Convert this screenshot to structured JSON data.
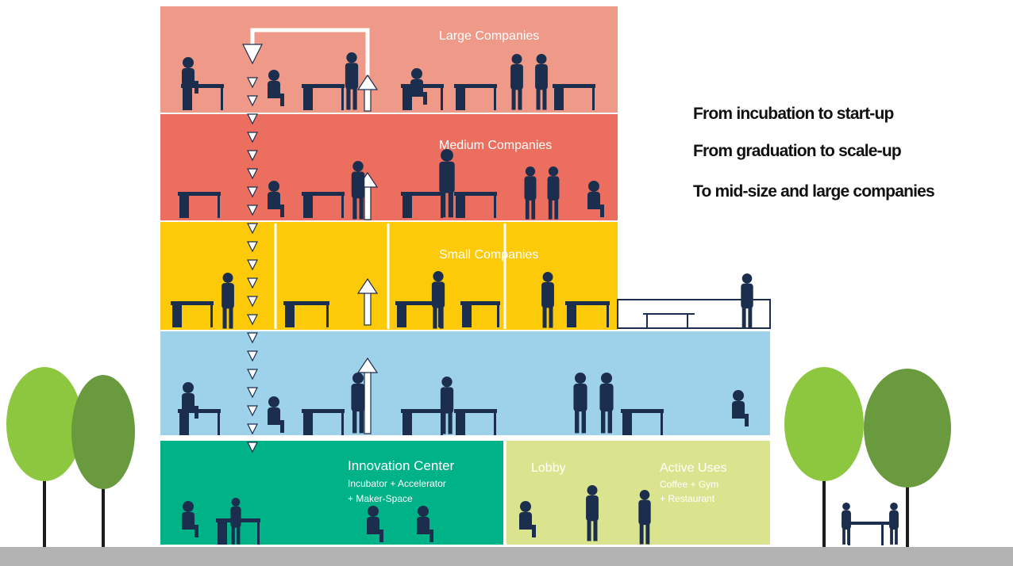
{
  "floors": {
    "large": {
      "label": "Large Companies",
      "color": "#ef9a88"
    },
    "medium": {
      "label": "Medium Companies",
      "color": "#ec6e5e"
    },
    "small": {
      "label": "Small Companies",
      "color": "#fcca08"
    },
    "common": {
      "label": "",
      "color": "#9ed1ea"
    },
    "innovation": {
      "label": "Innovation Center",
      "sub1": "Incubator + Accelerator",
      "sub2": "+ Maker-Space",
      "color": "#00b287"
    },
    "lobby": {
      "label": "Lobby",
      "color": "#dae48f"
    },
    "active": {
      "label": "Active Uses",
      "sub1": "Coffee + Gym",
      "sub2": "+ Restaurant"
    }
  },
  "taglines": [
    "From incubation to start-up",
    "From graduation to scale-up",
    "To mid-size and large companies"
  ],
  "colors": {
    "silhouette": "#1c2e4e",
    "ground": "#b3b3b3",
    "tree_light": "#8dc63f",
    "tree_dark": "#6a9a3e"
  }
}
